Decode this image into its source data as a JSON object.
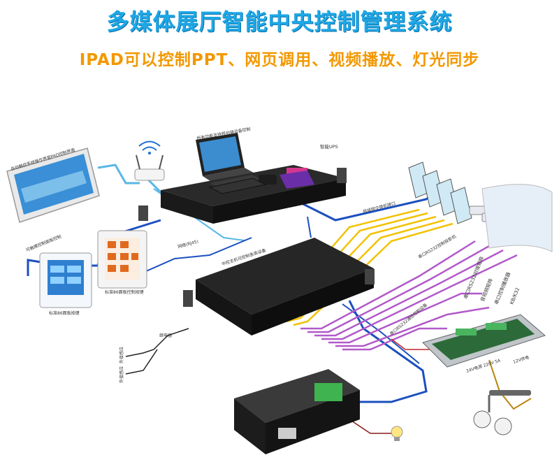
{
  "header": {
    "title": "多媒体展厅智能中央控制管理系统",
    "subtitle": "IPAD可以控制PPT、网页调用、视频播放、灯光同步"
  },
  "labels": {
    "tablet": "自动触控系统操作界面PAD控制界面",
    "laptop": "所有功能支持移动端设备控制",
    "ups": "智能UPS",
    "panel_touch": "标准86面板按键",
    "panel_keys": "标准86面板控制按键",
    "panel_touch_side": "可触摸控制面板控制",
    "lan_right": "局域网交换机接口",
    "net_line": "网络(RJ45)",
    "center_note": "中控主机可控制各类设备",
    "sensor1": "外接感应",
    "sensor2": "外接感应",
    "relay": "继电器",
    "serial_ports": "串口RS232通信控制设备",
    "to_matrix": "串口RS232对接矩阵",
    "matrix1": "串口RS232对接矩阵",
    "matrix2": "音视频矩阵",
    "matrix3": "串口控制播放器",
    "matrix4": "KB/K32",
    "projector_line": "串口RS232控制投影机",
    "power_box": "24V电源 220V 5A",
    "power_box2": "12V供电"
  },
  "colors": {
    "blue_line": "#1b4fbf",
    "lightblue_line": "#58b7e6",
    "yellow_line": "#f2c200",
    "purple_line": "#b259c9",
    "red_line": "#c0262c",
    "title": "#1ea8e6",
    "subtitle": "#f39800"
  },
  "icons": [
    "wifi-router-icon",
    "laptop-icon",
    "keyboard-icon",
    "tablet-icon",
    "touch-panel-icon",
    "button-panel-icon",
    "controller-rack-icon",
    "switch-rack-icon",
    "pc-tower-icon",
    "projector-icon",
    "projection-screen-icon",
    "relay-box-icon",
    "dimmer-box-icon",
    "spotlight-icon",
    "bulb-icon"
  ]
}
